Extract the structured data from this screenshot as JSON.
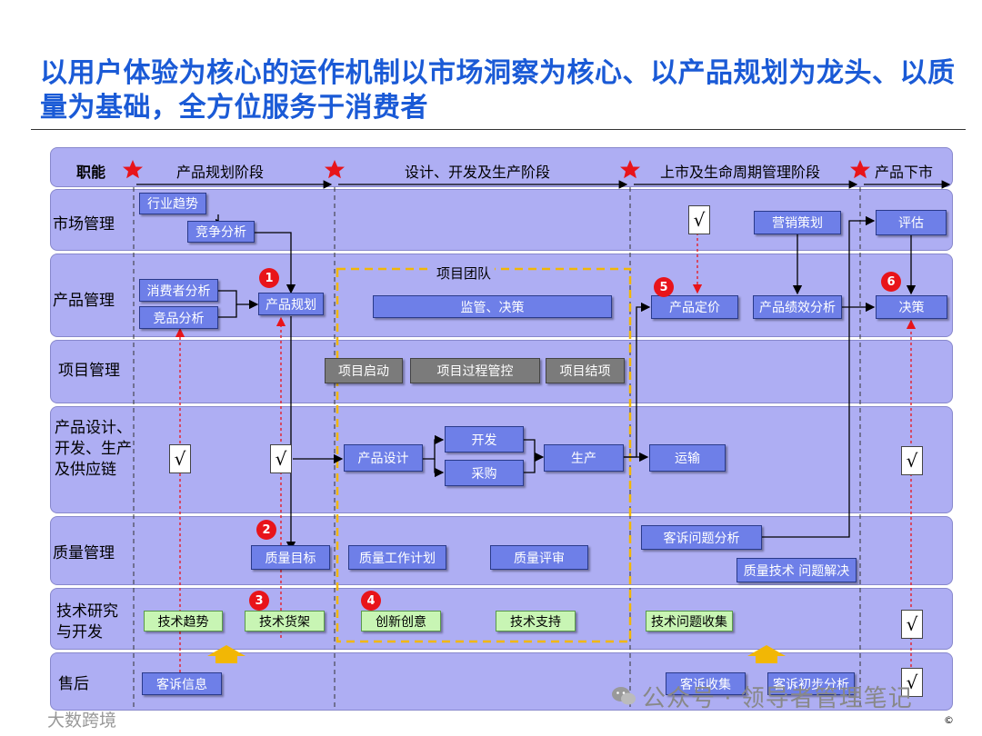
{
  "title": "以用户体验为核心的运作机制以市场洞察为核心、以产品规划为龙头、以质量为基础，全方位服务于消费者",
  "header": {
    "corner": "职能",
    "phases": [
      "产品规划阶段",
      "设计、开发及生产阶段",
      "上市及生命周期管理阶段",
      "产品下市"
    ]
  },
  "lanes": [
    "市场管理",
    "产品管理",
    "项目管理",
    "产品设计、开发、生产及供应链",
    "质量管理",
    "技术研究与开发",
    "售后"
  ],
  "boxes": {
    "industry_trend": "行业趋势",
    "competition_analysis": "竞争分析",
    "marketing_plan": "营销策划",
    "evaluation": "评估",
    "consumer_analysis": "消费者分析",
    "competitor_analysis": "竞品分析",
    "product_planning": "产品规划",
    "supervision_decision": "监管、决策",
    "product_pricing": "产品定价",
    "product_performance": "产品绩效分析",
    "decision": "决策",
    "project_start": "项目启动",
    "project_control": "项目过程管控",
    "project_close": "项目结项",
    "product_design": "产品设计",
    "development": "开发",
    "procurement": "采购",
    "production": "生产",
    "transport": "运输",
    "complaint_analysis": "客诉问题分析",
    "quality_tech": "质量技术 问题解决",
    "quality_target": "质量目标",
    "quality_plan": "质量工作计划",
    "quality_review": "质量评审",
    "tech_trend": "技术趋势",
    "tech_shelf": "技术货架",
    "innovation": "创新创意",
    "tech_support": "技术支持",
    "tech_issue_collect": "技术问题收集",
    "complaint_info": "客诉信息",
    "complaint_collect": "客诉收集",
    "complaint_prelim": "客诉初步分析"
  },
  "project_team": "项目团队",
  "check_mark": "√",
  "badges": [
    "1",
    "2",
    "3",
    "4",
    "5",
    "6"
  ],
  "watermark": "公众号 · 领导者管理笔记",
  "corner_watermark": "大数跨境",
  "copyright": "©",
  "colors": {
    "title": "#1a5ad6",
    "box": "#6e7fe8",
    "band": "#aeaef3",
    "badge": "#e8141a",
    "star": "#e8141a",
    "team_border": "#f2b705"
  }
}
